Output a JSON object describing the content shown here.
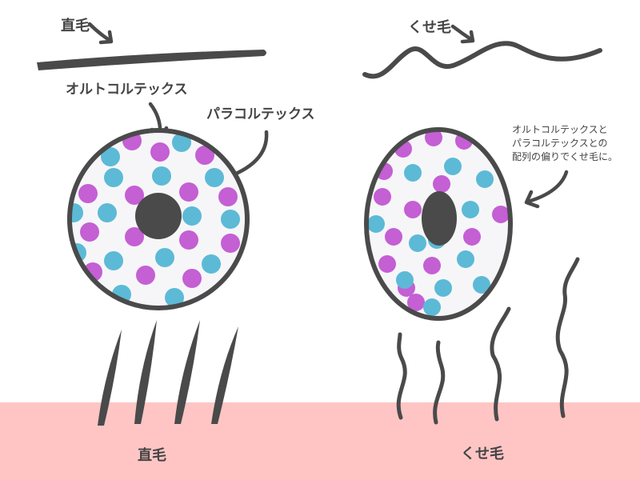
{
  "colors": {
    "background": "#ffffff",
    "skin": "#ffc5c5",
    "ink": "#4a4a4a",
    "ortho_dot": "#c45fd4",
    "para_dot": "#5cbad6",
    "cortex_fill": "#f6f6f8"
  },
  "labels": {
    "straight_top": "直毛",
    "curly_top": "くせ毛",
    "ortho_cortex": "オルトコルテックス",
    "para_cortex": "パラコルテックス",
    "note_line1": "オルトコルテックスと",
    "note_line2": "パラコルテックスとの",
    "note_line3": "配列の偏りでくせ毛に。",
    "straight_bottom": "直毛",
    "curly_bottom": "くせ毛"
  },
  "icons": {
    "arrows": "curved-arrow-icon",
    "straight_cross_section": "straight-hair-cross-section-icon",
    "curly_cross_section": "curly-hair-cross-section-icon"
  }
}
